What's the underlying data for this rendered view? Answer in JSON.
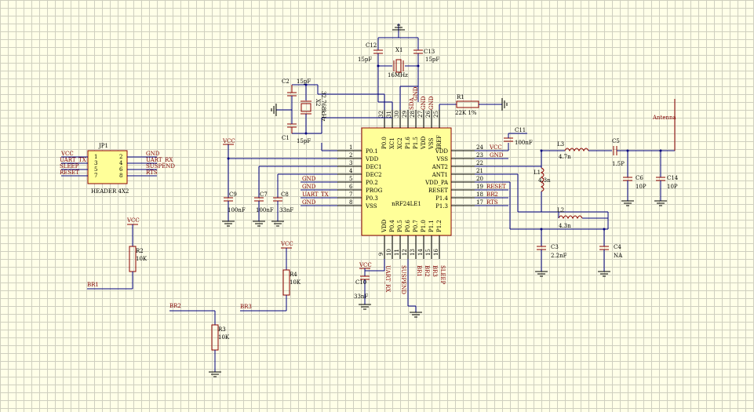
{
  "ic": {
    "part": "nRF24LE1",
    "left_pins": [
      {
        "num": "1",
        "name": "P0.1"
      },
      {
        "num": "2",
        "name": "VDD"
      },
      {
        "num": "3",
        "name": "DEC1"
      },
      {
        "num": "4",
        "name": "DEC2"
      },
      {
        "num": "5",
        "name": "P0.2"
      },
      {
        "num": "6",
        "name": "PROG"
      },
      {
        "num": "7",
        "name": "P0.3"
      },
      {
        "num": "8",
        "name": "VSS"
      }
    ],
    "right_pins": [
      {
        "num": "24",
        "name": "VDD"
      },
      {
        "num": "23",
        "name": "VSS"
      },
      {
        "num": "22",
        "name": "ANT2"
      },
      {
        "num": "21",
        "name": "ANT1"
      },
      {
        "num": "20",
        "name": "VDD_PA"
      },
      {
        "num": "19",
        "name": "RESET"
      },
      {
        "num": "18",
        "name": "P1.4"
      },
      {
        "num": "17",
        "name": "P1.3"
      }
    ],
    "top_pins": [
      {
        "num": "32",
        "name": "P0.0"
      },
      {
        "num": "31",
        "name": "XC1"
      },
      {
        "num": "30",
        "name": "XC2"
      },
      {
        "num": "29",
        "name": "P1.6"
      },
      {
        "num": "28",
        "name": "P1.5"
      },
      {
        "num": "27",
        "name": "VDD"
      },
      {
        "num": "26",
        "name": "VSS"
      },
      {
        "num": "25",
        "name": "IREF"
      }
    ],
    "bottom_pins": [
      {
        "num": "9",
        "name": "VDD"
      },
      {
        "num": "10",
        "name": "P0.4"
      },
      {
        "num": "11",
        "name": "P0.5"
      },
      {
        "num": "12",
        "name": "P0.6"
      },
      {
        "num": "13",
        "name": "P0.7"
      },
      {
        "num": "14",
        "name": "P1.0"
      },
      {
        "num": "15",
        "name": "P1.1"
      },
      {
        "num": "16",
        "name": "P1.2"
      }
    ],
    "top_net_labels": [
      "GND",
      "SDA",
      "GND",
      "GND"
    ],
    "bottom_net_labels": [
      "UART_RX",
      "SUSPEND",
      "BR1",
      "BR2",
      "BR3",
      "SLEEP"
    ],
    "left_net_labels": [
      "GND",
      "GND",
      "UART_TX",
      "GND"
    ],
    "right_net_labels": [
      "VCC",
      "GND",
      "RESET",
      "BR2",
      "RTS"
    ]
  },
  "header": {
    "designator": "JP1",
    "comment": "HEADER 4X2",
    "left_pins": [
      {
        "num": "1",
        "net": "VCC"
      },
      {
        "num": "3",
        "net": "UART_TX"
      },
      {
        "num": "5",
        "net": "SLEEP"
      },
      {
        "num": "7",
        "net": "RESET"
      }
    ],
    "right_pins": [
      {
        "num": "2",
        "net": "GND"
      },
      {
        "num": "4",
        "net": "UART_RX"
      },
      {
        "num": "6",
        "net": "SUSPEND"
      },
      {
        "num": "8",
        "net": "RTS"
      }
    ]
  },
  "crystal_x1": {
    "des": "X1",
    "val": "16MHz"
  },
  "crystal_x2": {
    "des": "X2",
    "val": "32.768kHz"
  },
  "r1": {
    "des": "R1",
    "val": "22K 1%"
  },
  "r2": {
    "des": "R2",
    "val": "10K",
    "net": "BR1"
  },
  "r3": {
    "des": "R3",
    "val": "10K",
    "net": "BR2"
  },
  "r4": {
    "des": "R4",
    "val": "10K",
    "net": "BR3"
  },
  "caps": {
    "c1": {
      "des": "C1",
      "val": "15pF"
    },
    "c2": {
      "des": "C2",
      "val": "15pF"
    },
    "c11": {
      "des": "C11",
      "val": "100nF"
    },
    "c12": {
      "des": "C12",
      "val": "15pF"
    },
    "c13": {
      "des": "C13",
      "val": "15pF"
    },
    "c9": {
      "des": "C9",
      "val": "100nF"
    },
    "c7": {
      "des": "C7",
      "val": "100nF"
    },
    "c8": {
      "des": "C8",
      "val": "33nF"
    },
    "c10": {
      "des": "C10",
      "val": "33nF"
    },
    "c3": {
      "des": "C3",
      "val": "2.2nF"
    },
    "c4": {
      "des": "C4",
      "val": "NA"
    },
    "c5": {
      "des": "C5",
      "val": "1.5P"
    },
    "c6": {
      "des": "C6",
      "val": "10P"
    },
    "c14": {
      "des": "C14",
      "val": "10P"
    }
  },
  "inductors": {
    "l1": {
      "des": "L1",
      "val": "4.3n"
    },
    "l2": {
      "des": "L2",
      "val": "4.3n"
    },
    "l3": {
      "des": "L3",
      "val": "4.7n"
    }
  },
  "vcc_label": "VCC",
  "antenna_label": "Antenna"
}
